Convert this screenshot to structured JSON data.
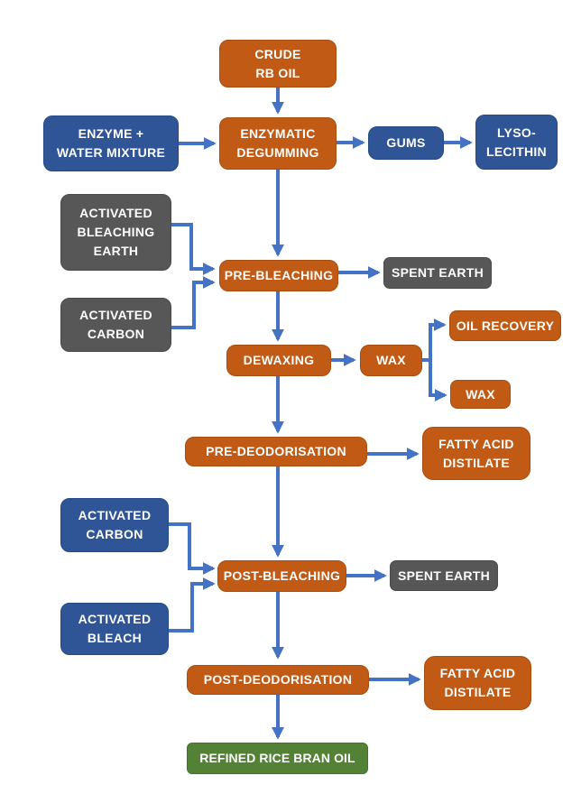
{
  "diagram": {
    "type": "flowchart",
    "background": "#FFFFFF",
    "colors": {
      "process_box": "#C05A15",
      "input_output_box": "#2F5597",
      "waste_box": "#575757",
      "final_product_box": "#538135",
      "arrow": "#4472C4",
      "text": "#FFFFFF"
    },
    "nodes": {
      "crude_rb_oil": {
        "label": "CRUDE\nRB OIL",
        "kind": "process"
      },
      "enzyme_water": {
        "label": "ENZYME +\nWATER MIXTURE",
        "kind": "input"
      },
      "enzymatic_degumming": {
        "label": "ENZYMATIC\nDEGUMMING",
        "kind": "process"
      },
      "gums": {
        "label": "GUMS",
        "kind": "input"
      },
      "lyso_lecithin": {
        "label": "LYSO-\nLECITHIN",
        "kind": "input"
      },
      "activated_bleaching_earth": {
        "label": "ACTIVATED\nBLEACHING\nEARTH",
        "kind": "waste"
      },
      "activated_carbon_gray": {
        "label": "ACTIVATED\nCARBON",
        "kind": "waste"
      },
      "pre_bleaching": {
        "label": "PRE-BLEACHING",
        "kind": "process"
      },
      "spent_earth_1": {
        "label": "SPENT EARTH",
        "kind": "waste"
      },
      "dewaxing": {
        "label": "DEWAXING",
        "kind": "process"
      },
      "wax_1": {
        "label": "WAX",
        "kind": "process"
      },
      "oil_recovery": {
        "label": "OIL RECOVERY",
        "kind": "process"
      },
      "wax_2": {
        "label": "WAX",
        "kind": "process"
      },
      "pre_deodorisation": {
        "label": "PRE-DEODORISATION",
        "kind": "process"
      },
      "fatty_acid_distilate_1": {
        "label": "FATTY ACID\nDISTILATE",
        "kind": "process"
      },
      "activated_carbon_blue": {
        "label": "ACTIVATED\nCARBON",
        "kind": "input"
      },
      "post_bleaching": {
        "label": "POST-BLEACHING",
        "kind": "process"
      },
      "spent_earth_2": {
        "label": "SPENT EARTH",
        "kind": "waste"
      },
      "activated_bleach": {
        "label": "ACTIVATED\nBLEACH",
        "kind": "input"
      },
      "post_deodorisation": {
        "label": "POST-DEODORISATION",
        "kind": "process"
      },
      "fatty_acid_distilate_2": {
        "label": "FATTY ACID\nDISTILATE",
        "kind": "process"
      },
      "refined_rice_bran_oil": {
        "label": "REFINED RICE BRAN OIL",
        "kind": "final"
      }
    },
    "edges": [
      {
        "from": "crude_rb_oil",
        "to": "enzymatic_degumming"
      },
      {
        "from": "enzyme_water",
        "to": "enzymatic_degumming"
      },
      {
        "from": "enzymatic_degumming",
        "to": "gums"
      },
      {
        "from": "gums",
        "to": "lyso_lecithin"
      },
      {
        "from": "enzymatic_degumming",
        "to": "pre_bleaching"
      },
      {
        "from": "activated_bleaching_earth",
        "to": "pre_bleaching"
      },
      {
        "from": "activated_carbon_gray",
        "to": "pre_bleaching"
      },
      {
        "from": "pre_bleaching",
        "to": "spent_earth_1"
      },
      {
        "from": "pre_bleaching",
        "to": "dewaxing"
      },
      {
        "from": "dewaxing",
        "to": "wax_1"
      },
      {
        "from": "wax_1",
        "to": "oil_recovery"
      },
      {
        "from": "wax_1",
        "to": "wax_2"
      },
      {
        "from": "dewaxing",
        "to": "pre_deodorisation"
      },
      {
        "from": "pre_deodorisation",
        "to": "fatty_acid_distilate_1"
      },
      {
        "from": "pre_deodorisation",
        "to": "post_bleaching"
      },
      {
        "from": "activated_carbon_blue",
        "to": "post_bleaching"
      },
      {
        "from": "activated_bleach",
        "to": "post_bleaching"
      },
      {
        "from": "post_bleaching",
        "to": "spent_earth_2"
      },
      {
        "from": "post_bleaching",
        "to": "post_deodorisation"
      },
      {
        "from": "post_deodorisation",
        "to": "fatty_acid_distilate_2"
      },
      {
        "from": "post_deodorisation",
        "to": "refined_rice_bran_oil"
      }
    ]
  }
}
